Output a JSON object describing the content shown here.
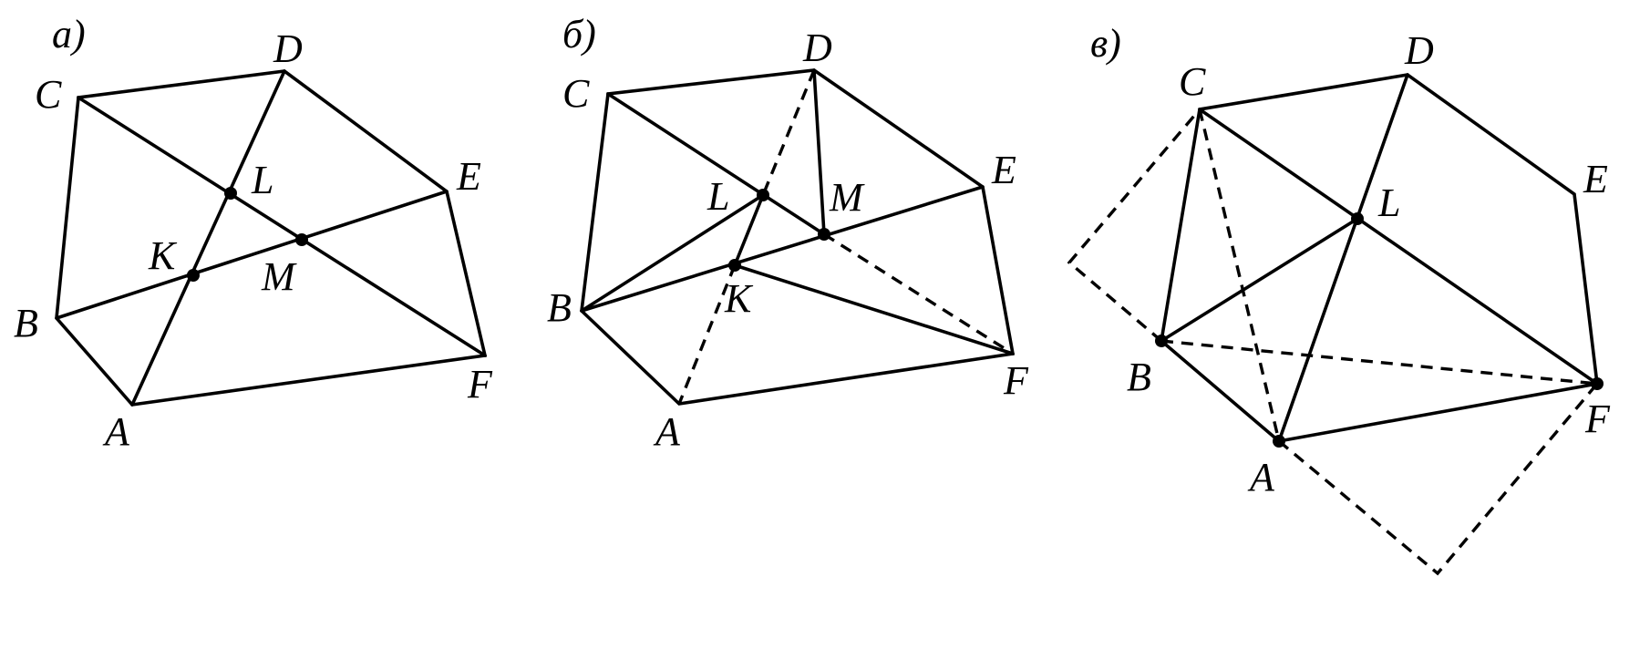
{
  "panels": [
    {
      "label": "а)",
      "points": {
        "A": "A",
        "B": "B",
        "C": "C",
        "D": "D",
        "E": "E",
        "F": "F",
        "K": "K",
        "L": "L",
        "M": "M"
      }
    },
    {
      "label": "б)",
      "points": {
        "A": "A",
        "B": "B",
        "C": "C",
        "D": "D",
        "E": "E",
        "F": "F",
        "K": "K",
        "L": "L",
        "M": "M"
      }
    },
    {
      "label": "в)",
      "points": {
        "A": "A",
        "B": "B",
        "C": "C",
        "D": "D",
        "E": "E",
        "F": "F",
        "L": "L"
      }
    }
  ],
  "colors": {
    "stroke": "#000000",
    "background": "#ffffff"
  }
}
